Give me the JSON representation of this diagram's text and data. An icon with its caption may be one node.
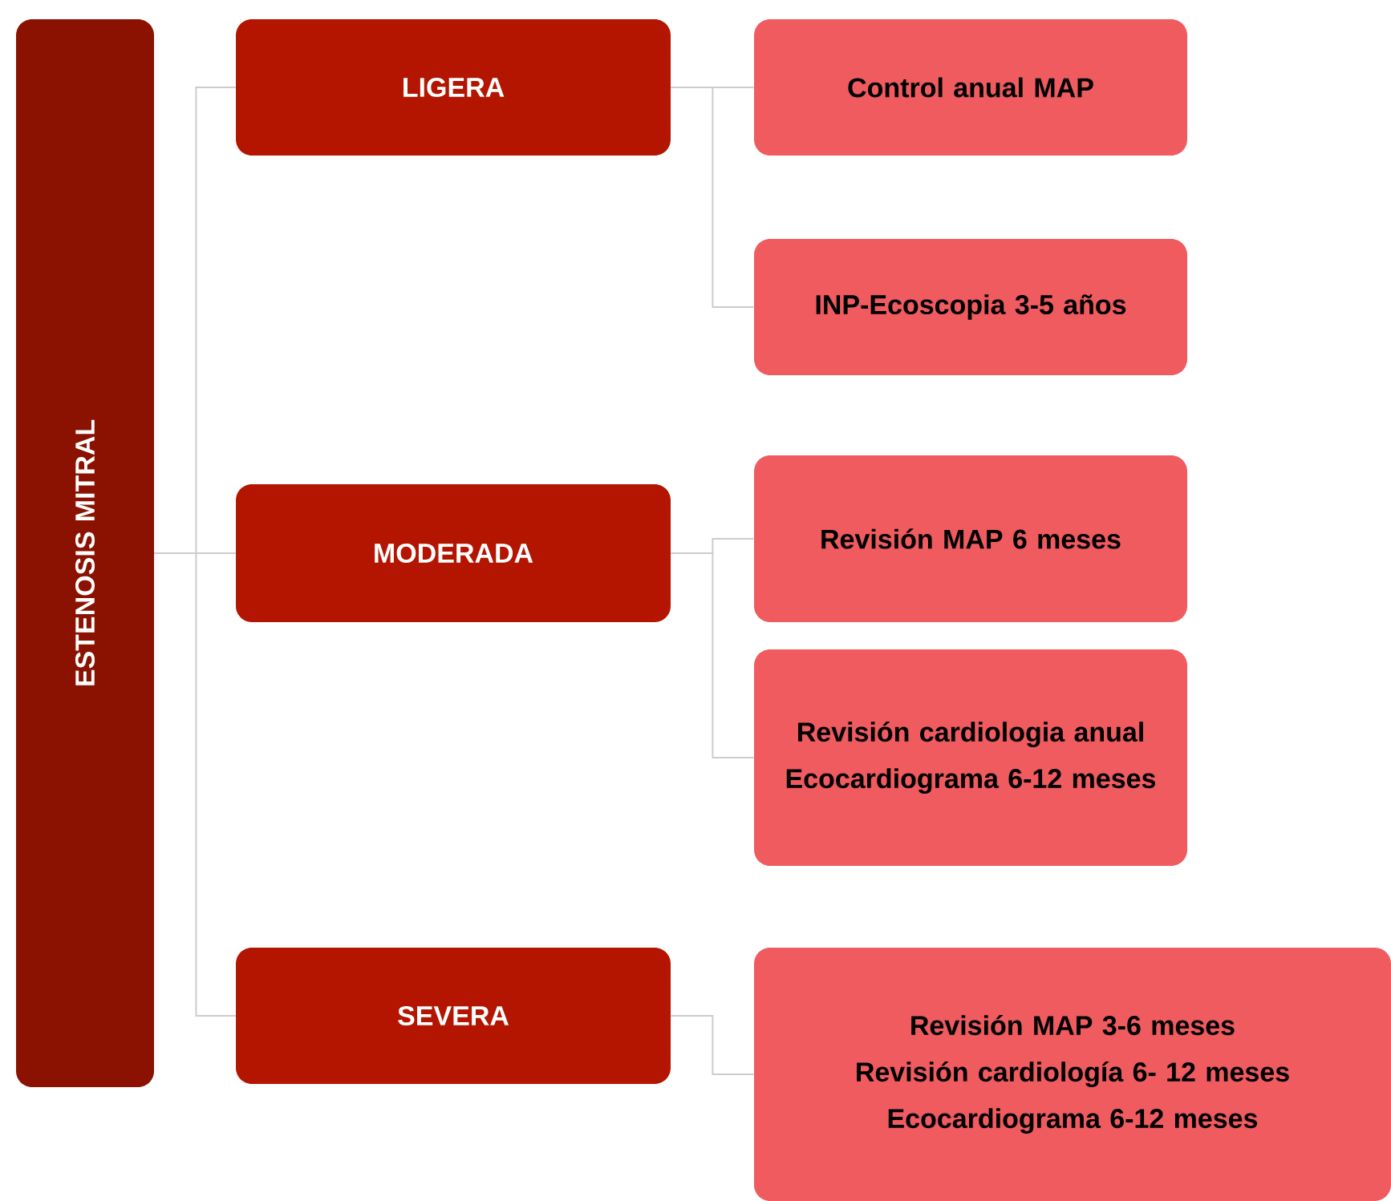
{
  "diagram": {
    "nodes": [
      {
        "text": [
          "ESTENOSIS MITRAL"
        ]
      },
      {
        "text": [
          "LIGERA"
        ]
      },
      {
        "text": [
          "Control anual MAP"
        ]
      },
      {
        "text": [
          "INP-Ecoscopia 3-5 años"
        ]
      },
      {
        "text": [
          "MODERADA"
        ]
      },
      {
        "text": [
          "Revisión MAP 6 meses"
        ]
      },
      {
        "text": [
          "Revisión cardiologia anual",
          "Ecocardiograma 6-12 meses"
        ]
      },
      {
        "text": [
          "SEVERA"
        ]
      },
      {
        "text": [
          "Revisión MAP 3-6 meses",
          "Revisión cardiología 6- 12 meses",
          "Ecocardiograma 6-12 meses"
        ]
      }
    ],
    "edges": [
      {
        "from": 0,
        "to": 1,
        "arrow": "none"
      },
      {
        "from": 0,
        "to": 4,
        "arrow": "none"
      },
      {
        "from": 0,
        "to": 7,
        "arrow": "none"
      },
      {
        "from": 1,
        "to": 2,
        "arrow": "none"
      },
      {
        "from": 1,
        "to": 3,
        "arrow": "none"
      },
      {
        "from": 4,
        "to": 5,
        "arrow": "none"
      },
      {
        "from": 4,
        "to": 6,
        "arrow": "none"
      },
      {
        "from": 7,
        "to": 8,
        "arrow": "none"
      }
    ]
  }
}
